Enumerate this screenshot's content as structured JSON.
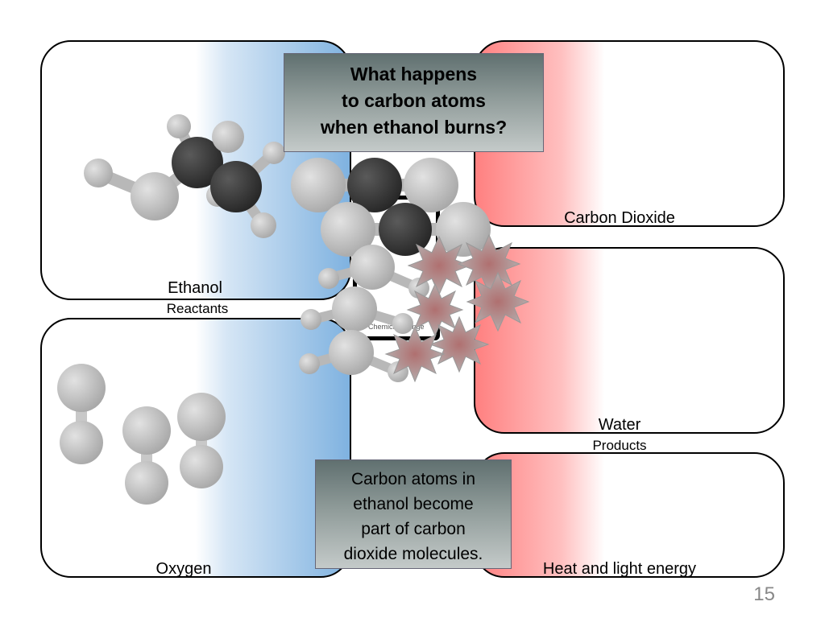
{
  "question": {
    "lines": [
      "What happens",
      "to carbon atoms",
      "when ethanol burns?"
    ]
  },
  "answer": {
    "lines": [
      "Carbon atoms in",
      "ethanol become",
      "part of carbon",
      "dioxide molecules."
    ]
  },
  "reactants": {
    "ethanol_label": "Ethanol",
    "oxygen_label": "Oxygen",
    "group_label": "Reactants"
  },
  "products": {
    "carbon_dioxide_label": "Carbon Dioxide",
    "water_label": "Water",
    "energy_label": "Heat and light energy",
    "group_label": "Products"
  },
  "center_box_label": "Chemical change",
  "page_number": "15",
  "colors": {
    "reactant_blue": "#7fb2e0",
    "product_red": "#ff8080",
    "carbon_atom": "#3a3a3a",
    "other_atom": "#c0c0c0"
  },
  "icons": {
    "molecule_icon": "ball-and-stick",
    "energy_burst": "starburst"
  }
}
